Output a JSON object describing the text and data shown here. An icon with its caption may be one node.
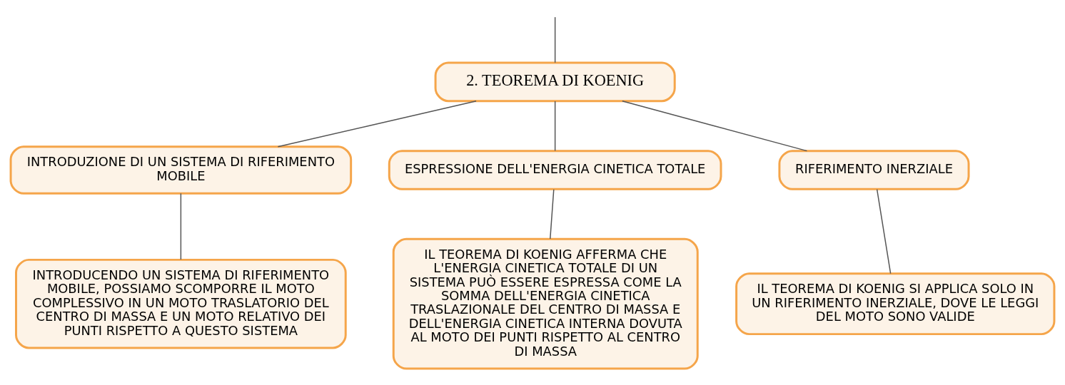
{
  "diagram": {
    "nodes": [
      {
        "text": [
          "2. TEOREMA DI KOENIG"
        ]
      },
      {
        "text": [
          "INTRODUZIONE DI UN SISTEMA DI RIFERIMENTO MOBILE"
        ]
      },
      {
        "text": [
          "ESPRESSIONE DELL'ENERGIA CINETICA TOTALE"
        ]
      },
      {
        "text": [
          "RIFERIMENTO INERZIALE"
        ]
      },
      {
        "text": [
          "INTRODUCENDO UN SISTEMA DI RIFERIMENTO MOBILE, POSSIAMO SCOMPORRE IL MOTO COMPLESSIVO IN UN MOTO TRASLATORIO DEL CENTRO DI MASSA E UN MOTO RELATIVO DEI PUNTI RISPETTO A QUESTO SISTEMA"
        ]
      },
      {
        "text": [
          "IL TEOREMA DI KOENIG AFFERMA CHE L'ENERGIA CINETICA TOTALE DI UN SISTEMA PUÒ ESSERE ESPRESSA COME LA SOMMA DELL'ENERGIA CINETICA TRASLAZIONALE DEL CENTRO DI MASSA E DELL'ENERGIA CINETICA INTERNA DOVUTA AL MOTO DEI PUNTI RISPETTO AL CENTRO DI MASSA"
        ]
      },
      {
        "text": [
          "IL TEOREMA DI KOENIG SI APPLICA SOLO IN UN RIFERIMENTO INERZIALE, DOVE LE LEGGI DEL MOTO SONO VALIDE"
        ]
      }
    ],
    "edges": [
      {
        "from": null,
        "to": 0,
        "arrow": "none"
      },
      {
        "from": 0,
        "to": 1,
        "arrow": "none"
      },
      {
        "from": 0,
        "to": 2,
        "arrow": "none"
      },
      {
        "from": 0,
        "to": 3,
        "arrow": "none"
      },
      {
        "from": 1,
        "to": 4,
        "arrow": "none"
      },
      {
        "from": 2,
        "to": 5,
        "arrow": "none"
      },
      {
        "from": 3,
        "to": 6,
        "arrow": "none"
      }
    ]
  }
}
